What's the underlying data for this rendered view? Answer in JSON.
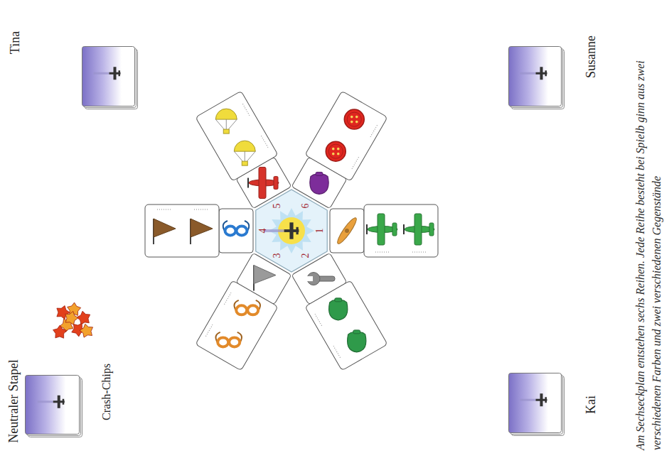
{
  "diagram": {
    "caption": "Am Sechseckplan entstehen sechs Reihen. Jede Reihe besteht bei Spielb ginn aus zwei verschiedenen Farben und zwei verschiedenen Gegenstände",
    "nodes": [
      {
        "text": [
          "Tina"
        ]
      },
      {
        "text": [
          "Susanne"
        ]
      },
      {
        "text": [
          "Neutraler Stapel"
        ]
      },
      {
        "text": [
          "Kai"
        ]
      }
    ],
    "labels": [
      "Crash-Chips",
      "1",
      "2",
      "3",
      "4",
      "5",
      "6"
    ]
  }
}
